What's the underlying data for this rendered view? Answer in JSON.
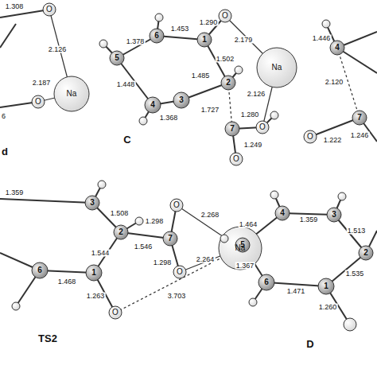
{
  "diagram": {
    "labels": [
      "1.308",
      "O",
      "2.126",
      "Na",
      "2.187",
      "O",
      "6",
      "d",
      "5",
      "1.378",
      "6",
      "1.453",
      "1",
      "1.290",
      "O",
      "2.179",
      "Na",
      "1.502",
      "2",
      "1.485",
      "3",
      "1.368",
      "4",
      "1.448",
      "2.126",
      "1.727",
      "1.280",
      "O",
      "7",
      "1.249",
      "O",
      "C",
      "1.446",
      "4",
      "2.120",
      "7",
      "1.222",
      "O",
      "1.246",
      "1.359",
      "3",
      "1.508",
      "2",
      "1.544",
      "1.546",
      "1.298",
      "7",
      "O",
      "2.268",
      "1.298",
      "O",
      "2.264",
      "Na",
      "6",
      "1.468",
      "1",
      "1.263",
      "O",
      "3.703",
      "TS2",
      "4",
      "1.359",
      "3",
      "1.464",
      "5",
      "1.513",
      "2",
      "1.367",
      "6",
      "1.471",
      "1",
      "1.535",
      "1.260",
      "D"
    ]
  }
}
